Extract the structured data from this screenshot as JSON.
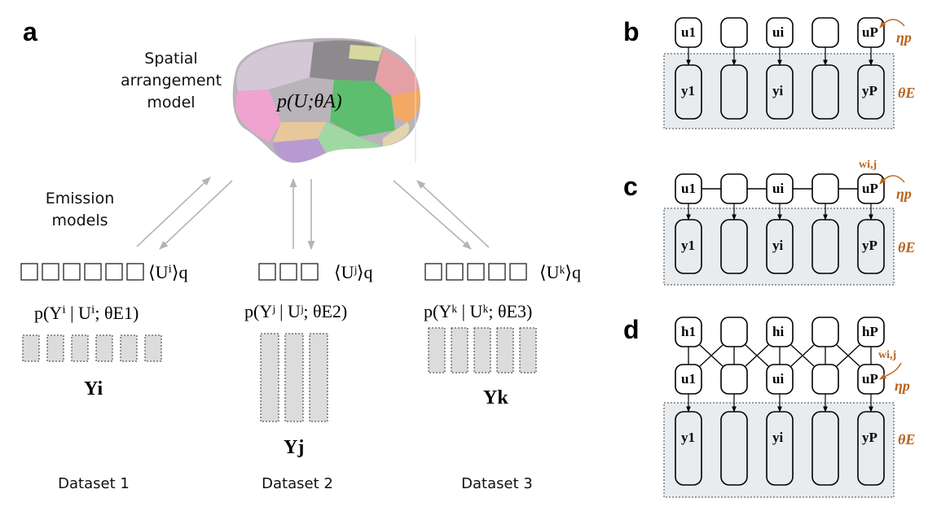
{
  "panels": {
    "a": "a",
    "b": "b",
    "c": "c",
    "d": "d"
  },
  "panel_a": {
    "arrangement_label": [
      "Spatial",
      "arrangement",
      "model"
    ],
    "arrangement_formula": "p(U;θA)",
    "emission_label": [
      "Emission",
      "models"
    ],
    "datasets": [
      {
        "label": "Dataset 1",
        "expectation": "⟨Uⁱ⟩q",
        "emission_formula": "p(Yⁱ | Uⁱ; θE1)",
        "data_symbol": "Yi",
        "n_cells": 6,
        "n_bars": 6
      },
      {
        "label": "Dataset 2",
        "expectation": "⟨Uʲ⟩q",
        "emission_formula": "p(Yʲ | Uʲ; θE2)",
        "data_symbol": "Yj",
        "n_cells": 3,
        "n_bars": 3
      },
      {
        "label": "Dataset 3",
        "expectation": "⟨Uᵏ⟩q",
        "emission_formula": "p(Yᵏ | Uᵏ; θE3)",
        "data_symbol": "Yk",
        "n_cells": 5,
        "n_bars": 5
      }
    ]
  },
  "graph_labels": {
    "latent": [
      "u1",
      "",
      "ui",
      "",
      "uP"
    ],
    "observed": [
      "y1",
      "",
      "yi",
      "",
      "yP"
    ],
    "hidden": [
      "h1",
      "",
      "hi",
      "",
      "hP"
    ],
    "eta": "ηp",
    "theta_E": "θE",
    "weight": "wi,j"
  },
  "colors": {
    "accent": "#b8651f",
    "plate": "#e8ecef",
    "arrow_grey": "#b4b4b4"
  }
}
